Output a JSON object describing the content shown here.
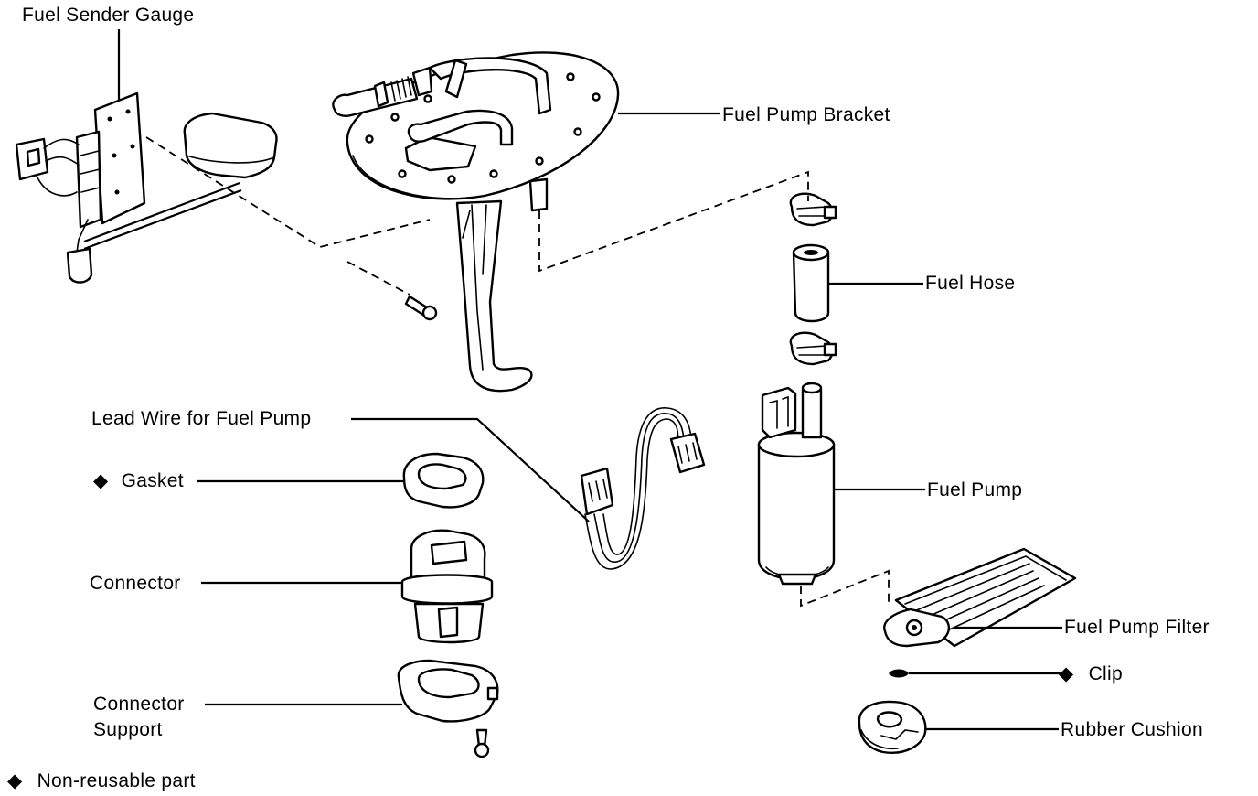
{
  "labels": {
    "fuel_sender_gauge": "Fuel Sender Gauge",
    "fuel_pump_bracket": "Fuel Pump Bracket",
    "fuel_hose": "Fuel Hose",
    "lead_wire": "Lead Wire for Fuel Pump",
    "gasket": "Gasket",
    "connector": "Connector",
    "fuel_pump": "Fuel Pump",
    "fuel_pump_filter": "Fuel Pump Filter",
    "clip": "Clip",
    "connector_support_line1": "Connector",
    "connector_support_line2": "Support",
    "rubber_cushion": "Rubber Cushion"
  },
  "legend": {
    "symbol": "◆",
    "text": "Non-reusable part"
  },
  "marker_symbol": "◆"
}
